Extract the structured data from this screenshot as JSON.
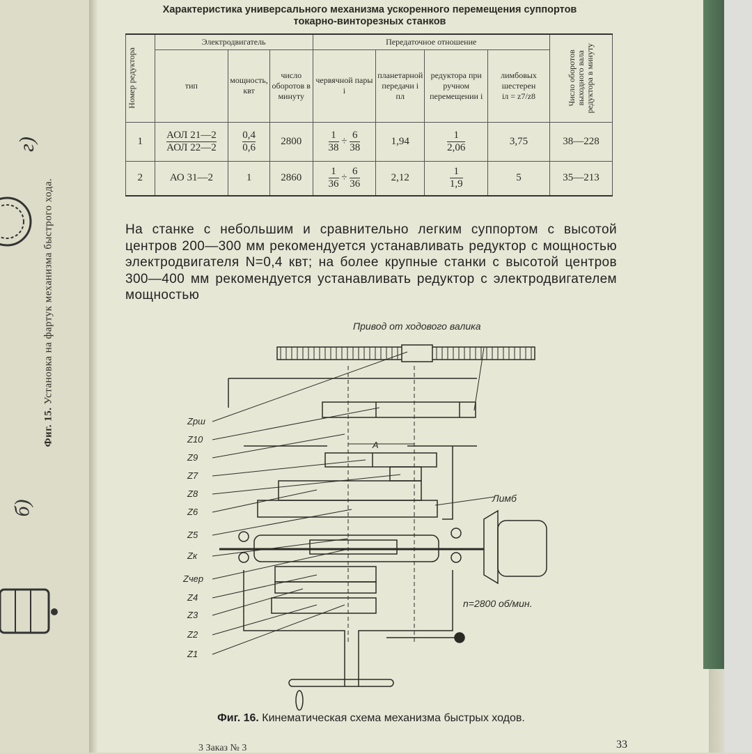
{
  "left_page": {
    "caption_fig": "Фиг. 15.",
    "caption_text": "Установка на фартук механизма быстрого хода.",
    "label_g": "г)",
    "label_b": "б)"
  },
  "table": {
    "title_line1": "Характеристика универсального механизма ускоренного перемещения суппортов",
    "title_line2": "токарно-винторезных станков",
    "h_reducer_no": "Номер редуктора",
    "h_motor": "Электродвигатель",
    "h_type": "тип",
    "h_power": "мощность, квт",
    "h_rpm": "число оборотов в минуту",
    "h_ratio": "Передаточное отношение",
    "h_worm": "червячной пары i",
    "h_planetary": "планетарной передачи i пл",
    "h_manual": "редуктора при ручном перемещении i",
    "h_limb": "лимбовых шестерен",
    "h_limb_formula": "iл = z7/z8",
    "h_output_rpm": "Число оборотов выходного вала редуктора в минуту",
    "rows": [
      {
        "no": "1",
        "type_a": "АОЛ 21—2",
        "type_b": "АОЛ 22—2",
        "power_a": "0,4",
        "power_b": "0,6",
        "rpm": "2800",
        "worm_a_n": "1",
        "worm_a_d": "38",
        "worm_sep": "÷",
        "worm_b_n": "6",
        "worm_b_d": "38",
        "planetary": "1,94",
        "manual_n": "1",
        "manual_d": "2,06",
        "limb": "3,75",
        "output": "38—228"
      },
      {
        "no": "2",
        "type_a": "АО 31—2",
        "power_a": "1",
        "rpm": "2860",
        "worm_a_n": "1",
        "worm_a_d": "36",
        "worm_sep": "÷",
        "worm_b_n": "6",
        "worm_b_d": "36",
        "planetary": "2,12",
        "manual_n": "1",
        "manual_d": "1,9",
        "limb": "5",
        "output": "35—213"
      }
    ]
  },
  "paragraph": "На станке с небольшим и сравнительно легким суппортом с высотой центров 200—300 мм рекомендуется устанавливать редуктор с мощностью электродвигателя N=0,4 квт; на более крупные станки с высотой центров 300—400 мм рекомендуется устанавливать редуктор с электродвигателем мощностью",
  "figure": {
    "drive_label": "Привод от ходового валика",
    "limb_label": "Лимб",
    "motor_label": "n=2800 об/мин.",
    "dim_label": "A",
    "gear_labels": [
      "Zрш",
      "Z10",
      "Z9",
      "Z7",
      "Z8",
      "Z6",
      "Z5",
      "Zк",
      "Zчер",
      "Z4",
      "Z3",
      "Z2",
      "Z1"
    ],
    "caption_fig": "Фиг. 16.",
    "caption_text": "Кинематическая схема механизма быстрых ходов."
  },
  "page_number": "33",
  "footer": "3  Заказ № 3"
}
